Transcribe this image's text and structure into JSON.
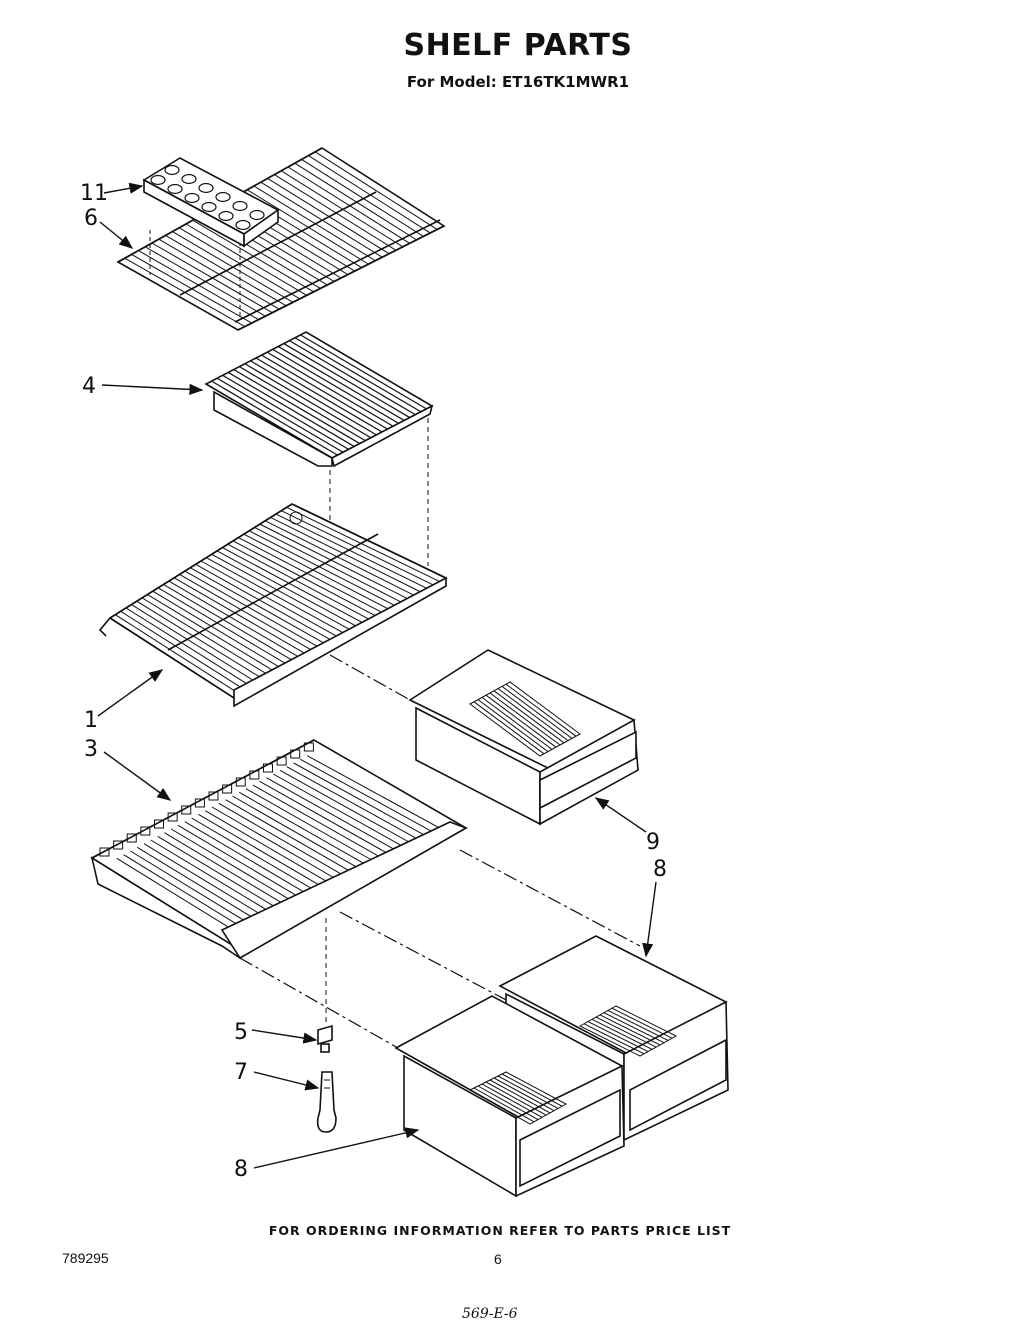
{
  "header": {
    "title": "SHELF PARTS",
    "subtitle": "For Model: ET16TK1MWR1"
  },
  "callouts": [
    "11",
    "6",
    "4",
    "1",
    "3",
    "9",
    "8",
    "5",
    "7",
    "8"
  ],
  "footer": {
    "ordering_note": "FOR ORDERING INFORMATION REFER TO PARTS PRICE LIST",
    "doc_number": "789295",
    "page_number": "6",
    "handwritten": "569-E-6"
  }
}
